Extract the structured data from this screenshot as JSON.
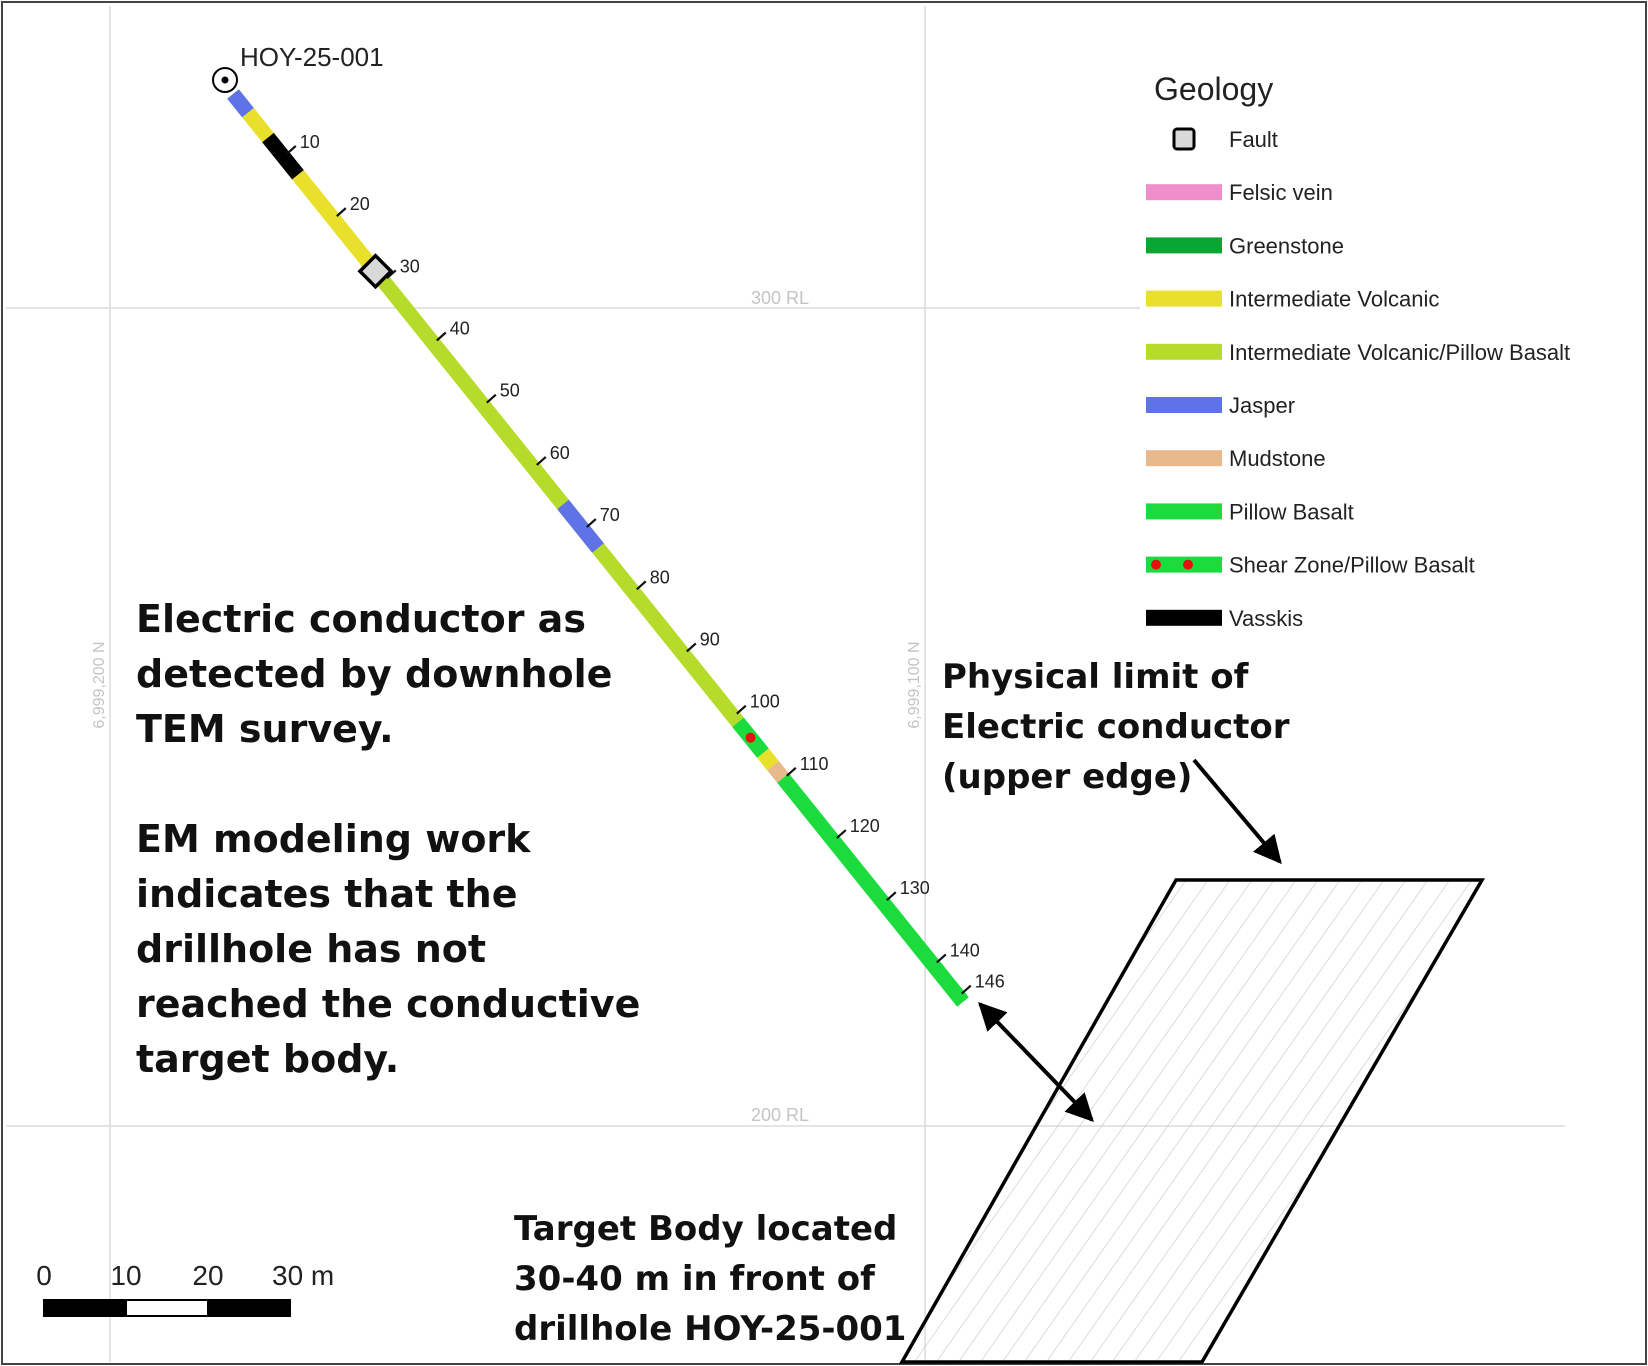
{
  "drillhole": {
    "name": "HOY-25-001",
    "max_depth": 146,
    "depth_ticks": [
      "10",
      "20",
      "30",
      "40",
      "50",
      "60",
      "70",
      "80",
      "90",
      "100",
      "110",
      "120",
      "130",
      "140"
    ],
    "end_label": "146",
    "segments": [
      {
        "from": 0,
        "to": 3,
        "unit": "Jasper"
      },
      {
        "from": 3,
        "to": 7,
        "unit": "Intermediate Volcanic"
      },
      {
        "from": 7,
        "to": 13,
        "unit": "Vasskis"
      },
      {
        "from": 13,
        "to": 29,
        "unit": "Intermediate Volcanic"
      },
      {
        "from": 29,
        "to": 101,
        "unit": "Intermediate Volcanic/Pillow Basalt"
      },
      {
        "from": 66,
        "to": 73,
        "unit": "Jasper"
      },
      {
        "from": 101,
        "to": 106,
        "unit": "Shear Zone/Pillow Basalt"
      },
      {
        "from": 106,
        "to": 108,
        "unit": "Intermediate Volcanic"
      },
      {
        "from": 108,
        "to": 110,
        "unit": "Mudstone"
      },
      {
        "from": 110,
        "to": 146,
        "unit": "Pillow Basalt"
      }
    ],
    "fault_depth": 28.5
  },
  "grid": {
    "rl_labels": [
      "300 RL",
      "200 RL"
    ],
    "northing_labels": [
      "6,999,200 N",
      "6,999,100 N"
    ]
  },
  "legend": {
    "title": "Geology",
    "items": [
      {
        "label": "Fault",
        "kind": "fault",
        "color": "#d9d9d9"
      },
      {
        "label": "Felsic vein",
        "kind": "bar",
        "color": "#ee8fcb"
      },
      {
        "label": "Greenstone",
        "kind": "bar",
        "color": "#0aa632"
      },
      {
        "label": "Intermediate Volcanic",
        "kind": "bar",
        "color": "#e8e02a"
      },
      {
        "label": "Intermediate Volcanic/Pillow Basalt",
        "kind": "bar",
        "color": "#b5dc2a"
      },
      {
        "label": "Jasper",
        "kind": "bar",
        "color": "#5f73e6"
      },
      {
        "label": "Mudstone",
        "kind": "bar",
        "color": "#e8b98a"
      },
      {
        "label": "Pillow Basalt",
        "kind": "bar",
        "color": "#1bdc3c"
      },
      {
        "label": "Shear Zone/Pillow Basalt",
        "kind": "shear",
        "color": "#1bdc3c",
        "dot_color": "#e51010"
      },
      {
        "label": "Vasskis",
        "kind": "bar",
        "color": "#000000"
      }
    ]
  },
  "annotations": {
    "conductor_text": [
      "Electric conductor as",
      "detected by downhole",
      "TEM survey."
    ],
    "modeling_text": [
      "EM modeling work",
      "indicates that the",
      "drillhole has not",
      "reached the conductive",
      "target body."
    ],
    "limit_text": [
      "Physical limit of",
      "Electric conductor",
      "(upper edge)"
    ],
    "target_text": [
      "Target Body located",
      "30-40 m in front of",
      "drillhole HOY-25-001"
    ]
  },
  "scale_bar": {
    "labels": [
      "0",
      "10",
      "20",
      "30 m"
    ]
  }
}
